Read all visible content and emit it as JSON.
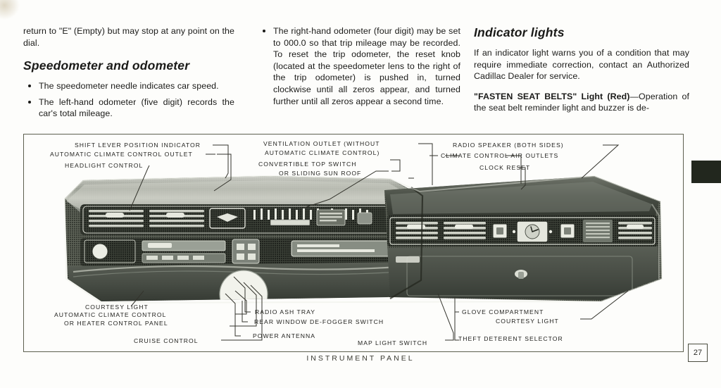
{
  "page": {
    "number": "27",
    "figure_caption": "INSTRUMENT  PANEL"
  },
  "columns": {
    "left": {
      "continued_paragraph": "return to \"E\" (Empty) but may stop at any point on the dial.",
      "heading": "Speedometer and odometer",
      "bullets": [
        "The speedometer needle indicates car speed.",
        "The left-hand odometer (five digit) records the car's total mileage."
      ]
    },
    "middle": {
      "bullets": [
        "The right-hand odometer (four digit) may be set to 000.0 so that trip mileage may be recorded. To reset the trip odometer, the reset knob (located at the speedometer lens to the right of the trip odometer) is pushed in, turned clockwise until all zeros appear, and turned further until all zeros appear a second time."
      ]
    },
    "right": {
      "heading": "Indicator lights",
      "paragraph": "If an indicator light warns you of a condition that may require immediate correction, contact an Authorized Cadillac Dealer for service.",
      "subhead_bold": "\"FASTEN SEAT BELTS\" Light (Red)",
      "subhead_rest": "—Operation of the seat belt reminder light and buzzer is de-"
    }
  },
  "figure": {
    "callouts_top": [
      {
        "id": "shift-lever-position-indicator",
        "text": "SHIFT  LEVER  POSITION  INDICATOR"
      },
      {
        "id": "automatic-climate-control-outlet",
        "text": "AUTOMATIC  CLIMATE  CONTROL  OUTLET"
      },
      {
        "id": "headlight-control",
        "text": "HEADLIGHT  CONTROL"
      },
      {
        "id": "ventilation-outlet-line1",
        "text": "VENTILATION  OUTLET  (WITHOUT"
      },
      {
        "id": "ventilation-outlet-line2",
        "text": "AUTOMATIC  CLIMATE  CONTROL)"
      },
      {
        "id": "convertible-top-switch-line1",
        "text": "CONVERTIBLE  TOP  SWITCH"
      },
      {
        "id": "convertible-top-switch-line2",
        "text": "OR SLIDING SUN ROOF"
      },
      {
        "id": "radio-speaker",
        "text": "RADIO  SPEAKER  (BOTH  SIDES)"
      },
      {
        "id": "climate-control-air-outlets",
        "text": "CLIMATE  CONTROL  AIR  OUTLETS"
      },
      {
        "id": "clock-reset",
        "text": "CLOCK  RESET"
      }
    ],
    "callouts_bottom": [
      {
        "id": "courtesy-light-left",
        "text": "COURTESY  LIGHT"
      },
      {
        "id": "automatic-climate-control-panel-line1",
        "text": "AUTOMATIC  CLIMATE  CONTROL"
      },
      {
        "id": "automatic-climate-control-panel-line2",
        "text": "OR HEATER CONTROL PANEL"
      },
      {
        "id": "cruise-control",
        "text": "CRUISE  CONTROL"
      },
      {
        "id": "radio-ash-tray",
        "text": "RADIO    ASH  TRAY"
      },
      {
        "id": "rear-window-defogger-switch",
        "text": "REAR WINDOW DE-FOGGER SWITCH"
      },
      {
        "id": "power-antenna",
        "text": "POWER  ANTENNA"
      },
      {
        "id": "map-light-switch",
        "text": "MAP  LIGHT  SWITCH"
      },
      {
        "id": "glove-compartment",
        "text": "GLOVE  COMPARTMENT"
      },
      {
        "id": "courtesy-light-right",
        "text": "COURTESY  LIGHT"
      },
      {
        "id": "theft-deterent-selector",
        "text": "THEFT  DETERENT  SELECTOR"
      }
    ]
  },
  "colors": {
    "paper": "#fdfdfb",
    "ink": "#1a1a18",
    "frame": "#5d5f4f",
    "photo_dark": "#3c4038",
    "photo_mid": "#6d7268",
    "photo_light": "#b4b8ac"
  }
}
